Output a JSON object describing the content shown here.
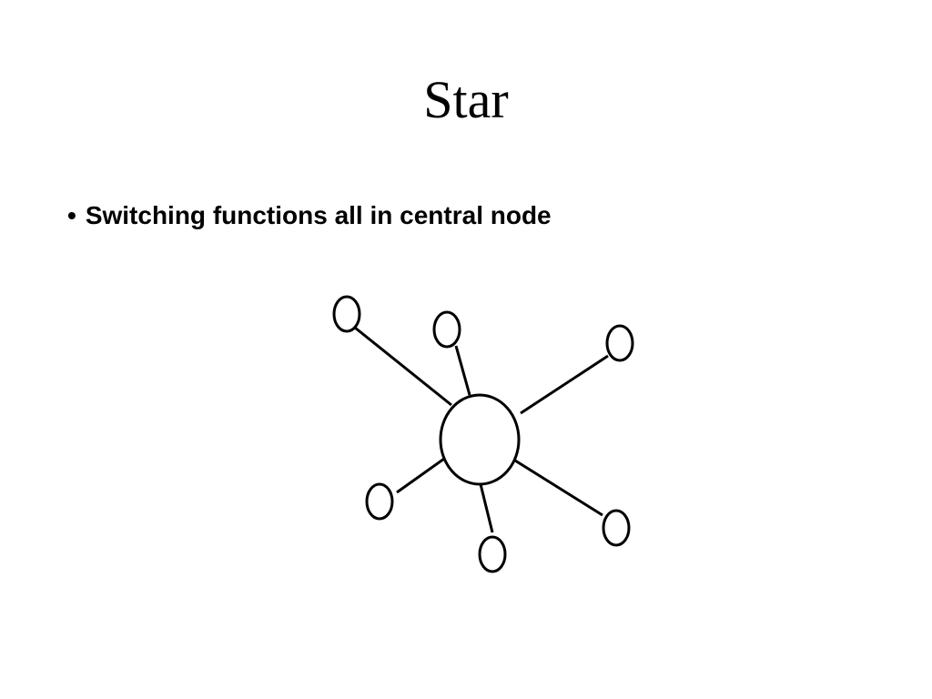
{
  "slide": {
    "title": "Star",
    "bullets": [
      {
        "marker": "•",
        "text": "Switching functions all in central node"
      }
    ]
  },
  "diagram": {
    "stroke_color": "#000000",
    "fill_color": "#ffffff",
    "hub": {
      "name": "central-node"
    },
    "satellites": [
      {
        "name": "outer-node-top-left"
      },
      {
        "name": "outer-node-top-center"
      },
      {
        "name": "outer-node-top-right"
      },
      {
        "name": "outer-node-bottom-left"
      },
      {
        "name": "outer-node-bottom-center"
      },
      {
        "name": "outer-node-bottom-right"
      }
    ]
  }
}
